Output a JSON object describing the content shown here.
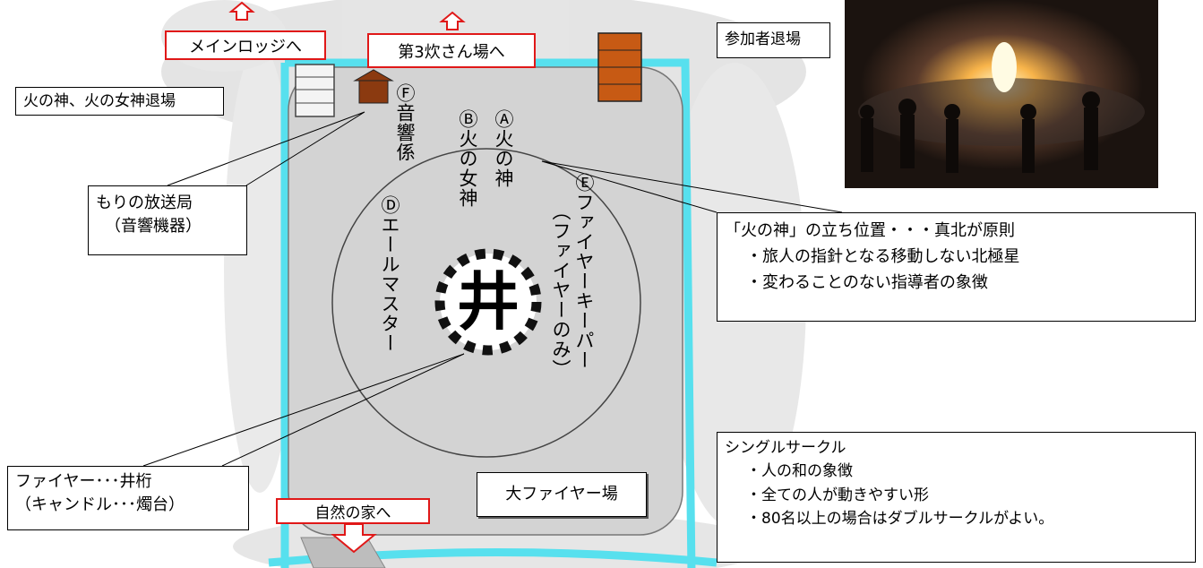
{
  "labels": {
    "main_lodge": "メインロッジへ",
    "cooking_area": "第3炊さん場へ",
    "participants_exit": "参加者退場",
    "gods_exit": "火の神、火の女神退場",
    "nature_house": "自然の家へ",
    "big_fire_field": "大ファイヤー場",
    "sound_equipment_line1": "もりの放送局",
    "sound_equipment_line2": "（音響機器）",
    "fire_frame_line1": "ファイヤー･･･井桁",
    "fire_frame_line2": "（キャンドル･･･燭台）"
  },
  "roles": {
    "fire_god": "Ⓐ火の神",
    "fire_goddess": "Ⓑ火の女神",
    "yell_master": "Ⓓエールマスター",
    "fire_keeper": "Ⓔファイヤーキーパー",
    "fire_keeper_note": "（ファイヤーのみ）",
    "sound_staff": "Ⓕ音響係"
  },
  "note_north": {
    "heading": "「火の神」の立ち位置・・・真北が原則",
    "point1": "・旅人の指針となる移動しない北極星",
    "point2": "・変わることのない指導者の象徴"
  },
  "note_circle": {
    "heading": "シングルサークル",
    "point1": "・人の和の象徴",
    "point2": "・全ての人が動きやすい形",
    "point3": "・80名以上の場合はダブルサークルがよい。"
  },
  "fire_symbol": "井",
  "colors": {
    "path_cyan": "#57e0ee",
    "field_gray": "#d3d3d3",
    "arrow_red": "#e01818",
    "stairs_orange": "#c75a14",
    "stand_brown": "#8b3a10"
  },
  "icons": {
    "north_exit_stairs": "stairs-icon",
    "west_exit_stairs": "stairs-icon",
    "sound_stand": "house-icon",
    "fire_frame": "fire-frame-icon"
  }
}
